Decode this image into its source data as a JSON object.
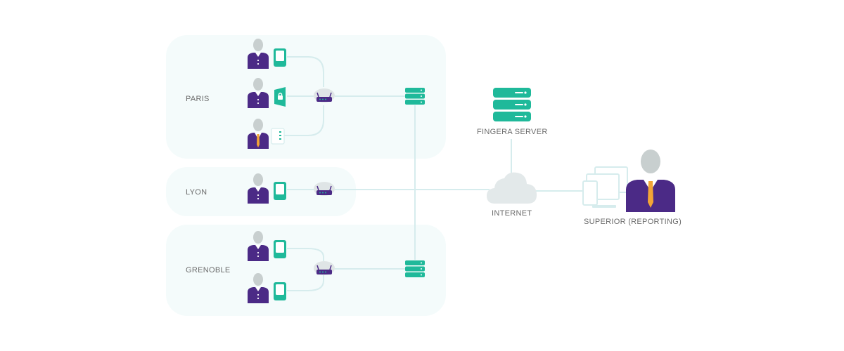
{
  "sites": {
    "paris": "PARIS",
    "lyon": "LYON",
    "grenoble": "GRENOBLE"
  },
  "nodes": {
    "server": "FINGERA SERVER",
    "internet": "INTERNET",
    "superior": "SUPERIOR (REPORTING)"
  },
  "devices": {
    "paris": [
      "fingerprint-terminal",
      "door-lock-terminal",
      "keypad-terminal"
    ],
    "lyon": [
      "fingerprint-terminal"
    ],
    "grenoble": [
      "fingerprint-terminal",
      "fingerprint-terminal"
    ]
  },
  "colors": {
    "accent": "#1fb99a",
    "accent_dark": "#148a72",
    "suit": "#4b2a86",
    "head": "#c8cfcf",
    "tie": "#f3a536",
    "line": "#d6eced",
    "zone_bg": "#f4fbfb",
    "cloud": "#e3e9ea",
    "router": "#dfe5e6",
    "text": "#6b6b6b"
  }
}
